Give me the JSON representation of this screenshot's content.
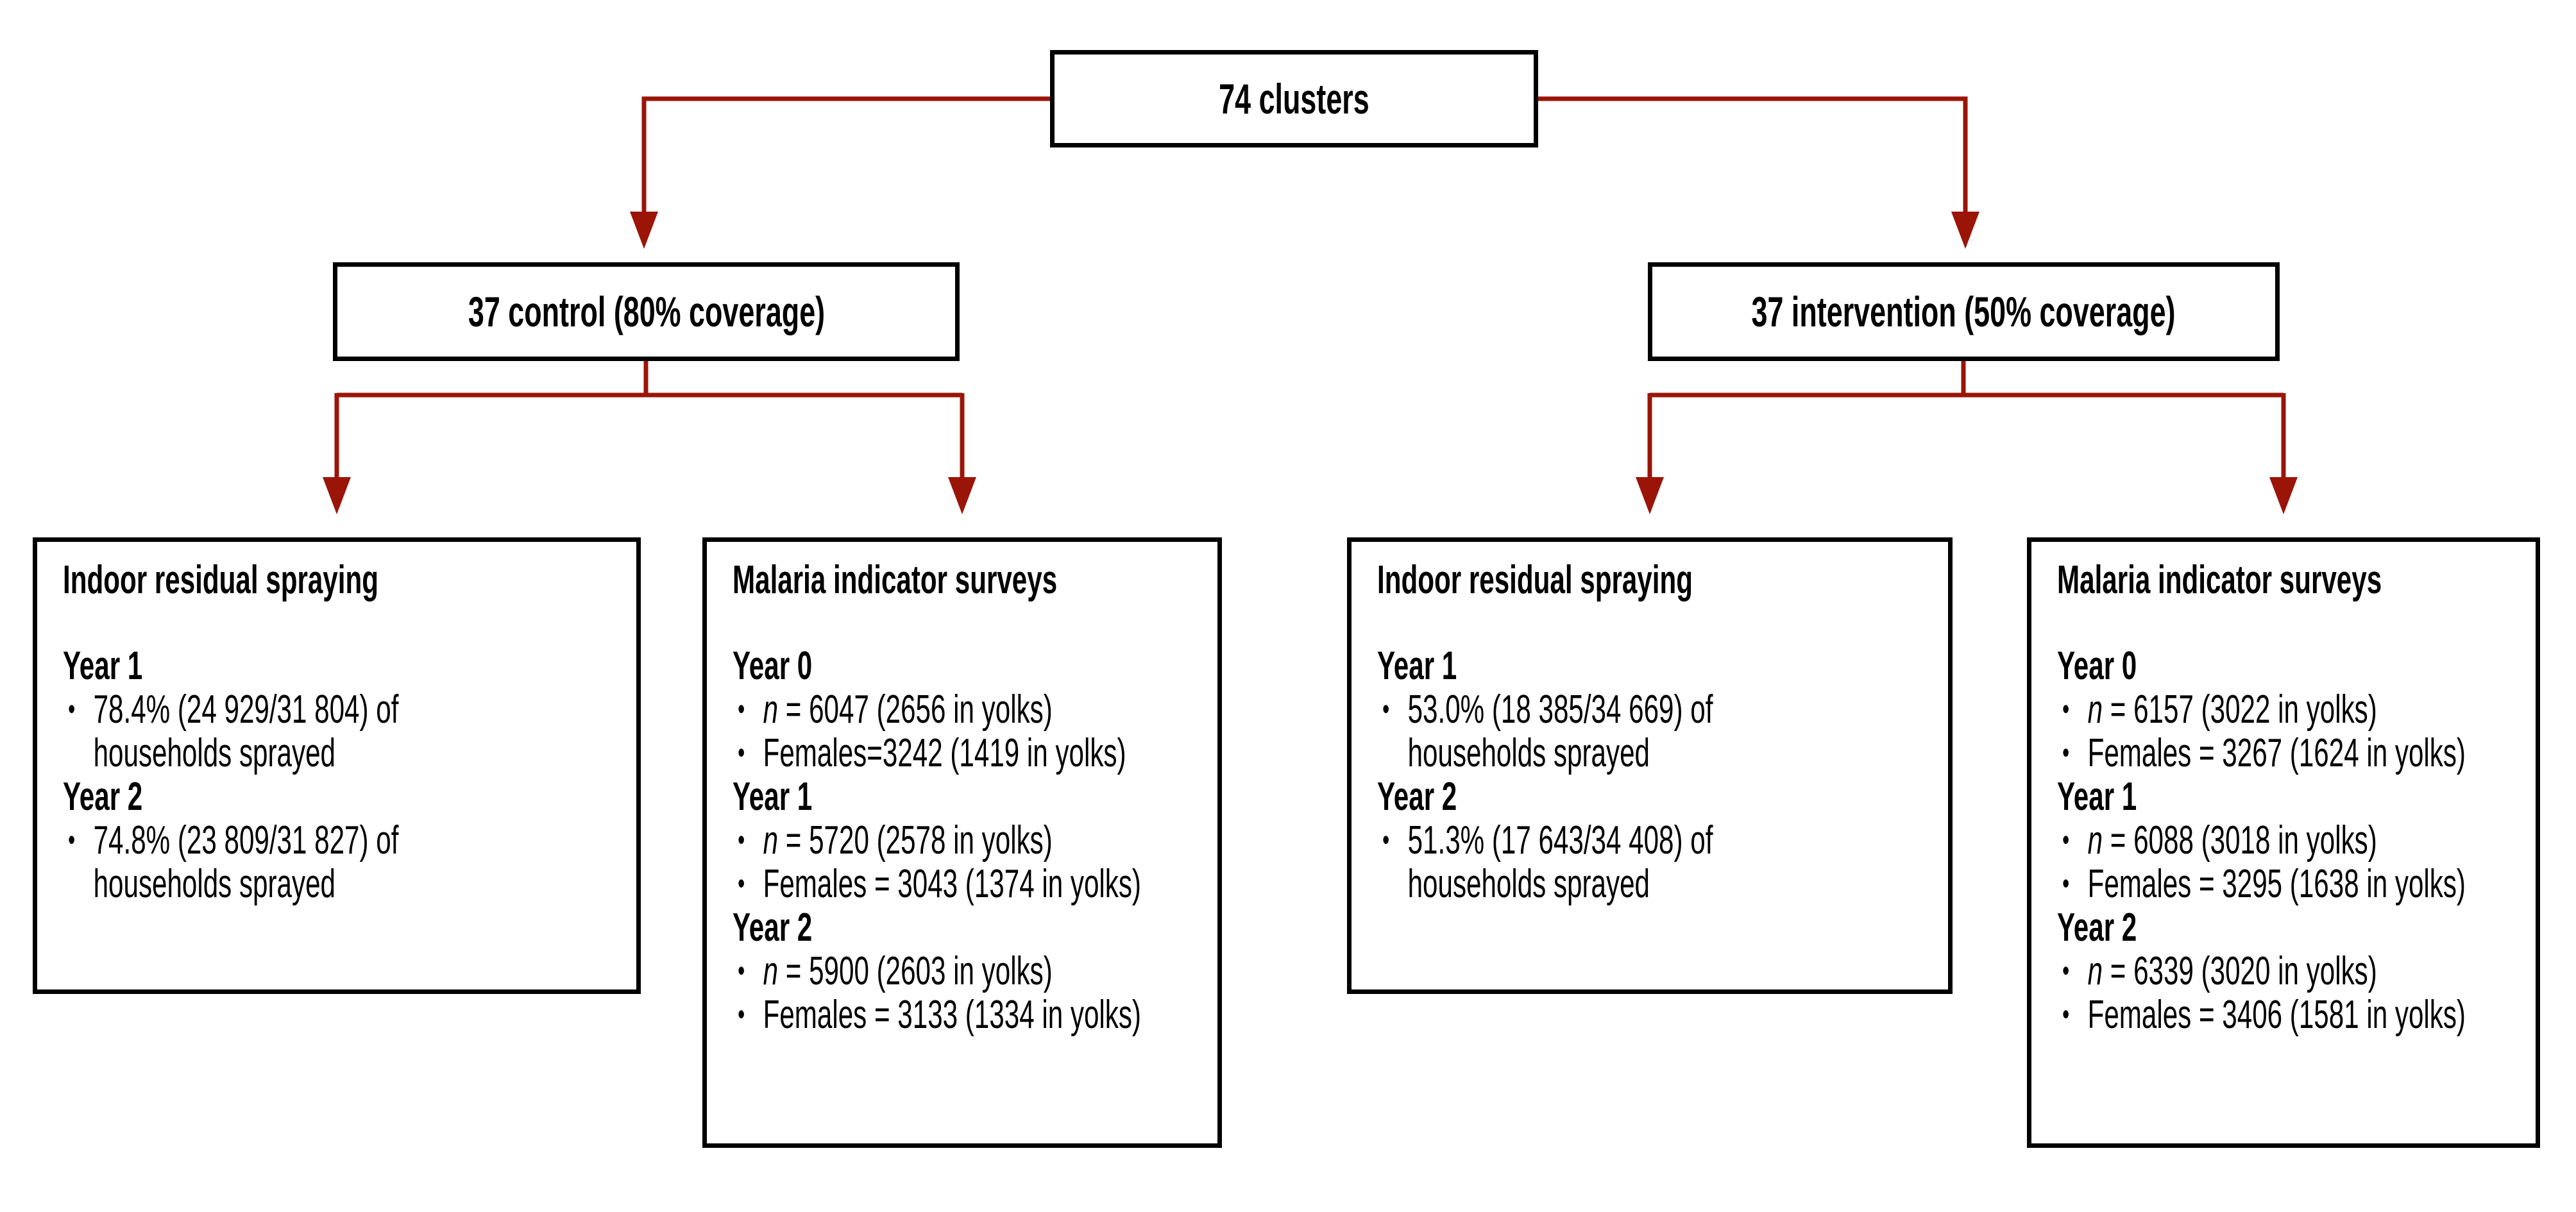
{
  "accent_color": "#9a1508",
  "text_color": "#000000",
  "bullet_char": "•",
  "root": {
    "label": "74 clusters"
  },
  "arms": [
    {
      "label": "37 control (80% coverage)"
    },
    {
      "label": "37 intervention (50% coverage)"
    }
  ],
  "boxes": [
    {
      "title": "Indoor residual spraying",
      "lines": [
        {
          "type": "heading",
          "text": "Year 1"
        },
        {
          "type": "bullet",
          "text": "78.4% (24 929/31 804) of"
        },
        {
          "type": "continuation",
          "text": "households sprayed"
        },
        {
          "type": "heading",
          "text": "Year 2"
        },
        {
          "type": "bullet",
          "text": "74.8% (23 809/31 827) of"
        },
        {
          "type": "continuation",
          "text": "households sprayed"
        }
      ]
    },
    {
      "title": "Malaria indicator surveys",
      "lines": [
        {
          "type": "heading",
          "text": "Year 0"
        },
        {
          "type": "bullet",
          "italic_prefix": "n",
          "text": " = 6047 (2656 in yolks)"
        },
        {
          "type": "bullet",
          "text": "Females=3242 (1419 in yolks)"
        },
        {
          "type": "heading",
          "text": "Year 1"
        },
        {
          "type": "bullet",
          "italic_prefix": "n",
          "text": " = 5720 (2578 in yolks)"
        },
        {
          "type": "bullet",
          "text": "Females = 3043 (1374 in yolks)"
        },
        {
          "type": "heading",
          "text": "Year 2"
        },
        {
          "type": "bullet",
          "italic_prefix": "n",
          "text": " = 5900 (2603 in yolks)"
        },
        {
          "type": "bullet",
          "text": "Females = 3133 (1334 in yolks)"
        }
      ]
    },
    {
      "title": "Indoor residual spraying",
      "lines": [
        {
          "type": "heading",
          "text": "Year 1"
        },
        {
          "type": "bullet",
          "text": "53.0% (18 385/34 669) of"
        },
        {
          "type": "continuation",
          "text": "households sprayed"
        },
        {
          "type": "heading",
          "text": "Year 2"
        },
        {
          "type": "bullet",
          "text": "51.3% (17 643/34 408) of"
        },
        {
          "type": "continuation",
          "text": "households sprayed"
        }
      ]
    },
    {
      "title": "Malaria indicator surveys",
      "lines": [
        {
          "type": "heading",
          "text": "Year 0"
        },
        {
          "type": "bullet",
          "italic_prefix": "n",
          "text": " = 6157 (3022 in yolks)"
        },
        {
          "type": "bullet",
          "text": "Females = 3267 (1624 in yolks)"
        },
        {
          "type": "heading",
          "text": "Year 1"
        },
        {
          "type": "bullet",
          "italic_prefix": "n",
          "text": " = 6088 (3018 in yolks)"
        },
        {
          "type": "bullet",
          "text": "Females = 3295 (1638 in yolks)"
        },
        {
          "type": "heading",
          "text": "Year 2"
        },
        {
          "type": "bullet",
          "italic_prefix": "n",
          "text": " = 6339 (3020 in yolks)"
        },
        {
          "type": "bullet",
          "text": "Females = 3406 (1581 in yolks)"
        }
      ]
    }
  ]
}
